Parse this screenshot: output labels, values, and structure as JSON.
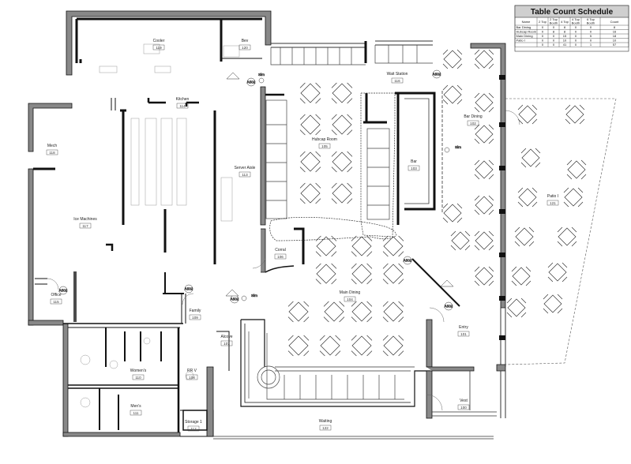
{
  "rooms": [
    {
      "id": "cooler",
      "name": "Cooler",
      "number": "119"
    },
    {
      "id": "bev",
      "name": "Bev",
      "number": "120"
    },
    {
      "id": "kitchen",
      "name": "Kitchen",
      "number": "114"
    },
    {
      "id": "mech",
      "name": "Mech",
      "number": "118"
    },
    {
      "id": "ice",
      "name": "Ice Machines",
      "number": "117"
    },
    {
      "id": "server",
      "name": "Server Aisle",
      "number": "113"
    },
    {
      "id": "hubcap",
      "name": "Hubcap Room",
      "number": "105"
    },
    {
      "id": "wait",
      "name": "Wait Station",
      "number": "116"
    },
    {
      "id": "bar",
      "name": "Bar",
      "number": "103"
    },
    {
      "id": "bardining",
      "name": "Bar Dining",
      "number": "102"
    },
    {
      "id": "patio",
      "name": "Patio I",
      "number": "121"
    },
    {
      "id": "corral",
      "name": "Corral",
      "number": "106"
    },
    {
      "id": "office",
      "name": "Office",
      "number": "115"
    },
    {
      "id": "family",
      "name": "Family",
      "number": "109"
    },
    {
      "id": "alcove",
      "name": "Alcove",
      "number": "107"
    },
    {
      "id": "maindining",
      "name": "Main Dining",
      "number": "104"
    },
    {
      "id": "entry",
      "name": "Entry",
      "number": "101"
    },
    {
      "id": "womens",
      "name": "Women's",
      "number": "110"
    },
    {
      "id": "rrv",
      "name": "RR V",
      "number": "108"
    },
    {
      "id": "mens",
      "name": "Men's",
      "number": "111"
    },
    {
      "id": "storage",
      "name": "Storage 1",
      "number": "112"
    },
    {
      "id": "vest",
      "name": "Vest",
      "number": "100"
    },
    {
      "id": "waiting",
      "name": "Waiting",
      "number": "122"
    }
  ],
  "schedule": {
    "title": "Table Count Schedule",
    "headers": [
      "Name",
      "2 Top",
      "2 Top Booth",
      "4 Top",
      "4 Top Booth",
      "6 Top Booth",
      "Count"
    ],
    "rows": [
      [
        "Bar Dining",
        "0",
        "0",
        "8",
        "0",
        "0",
        "8"
      ],
      [
        "Hubcap Room",
        "0",
        "8",
        "8",
        "0",
        "0",
        "16"
      ],
      [
        "Main Dining",
        "0",
        "0",
        "15",
        "0",
        "5",
        "18"
      ],
      [
        "Patio I",
        "0",
        "0",
        "10",
        "0",
        "0",
        "10"
      ],
      [
        "",
        "0",
        "0",
        "41",
        "0",
        "1",
        "57"
      ]
    ]
  },
  "tags": {
    "elev_a": "A502",
    "sim": "Sim"
  }
}
